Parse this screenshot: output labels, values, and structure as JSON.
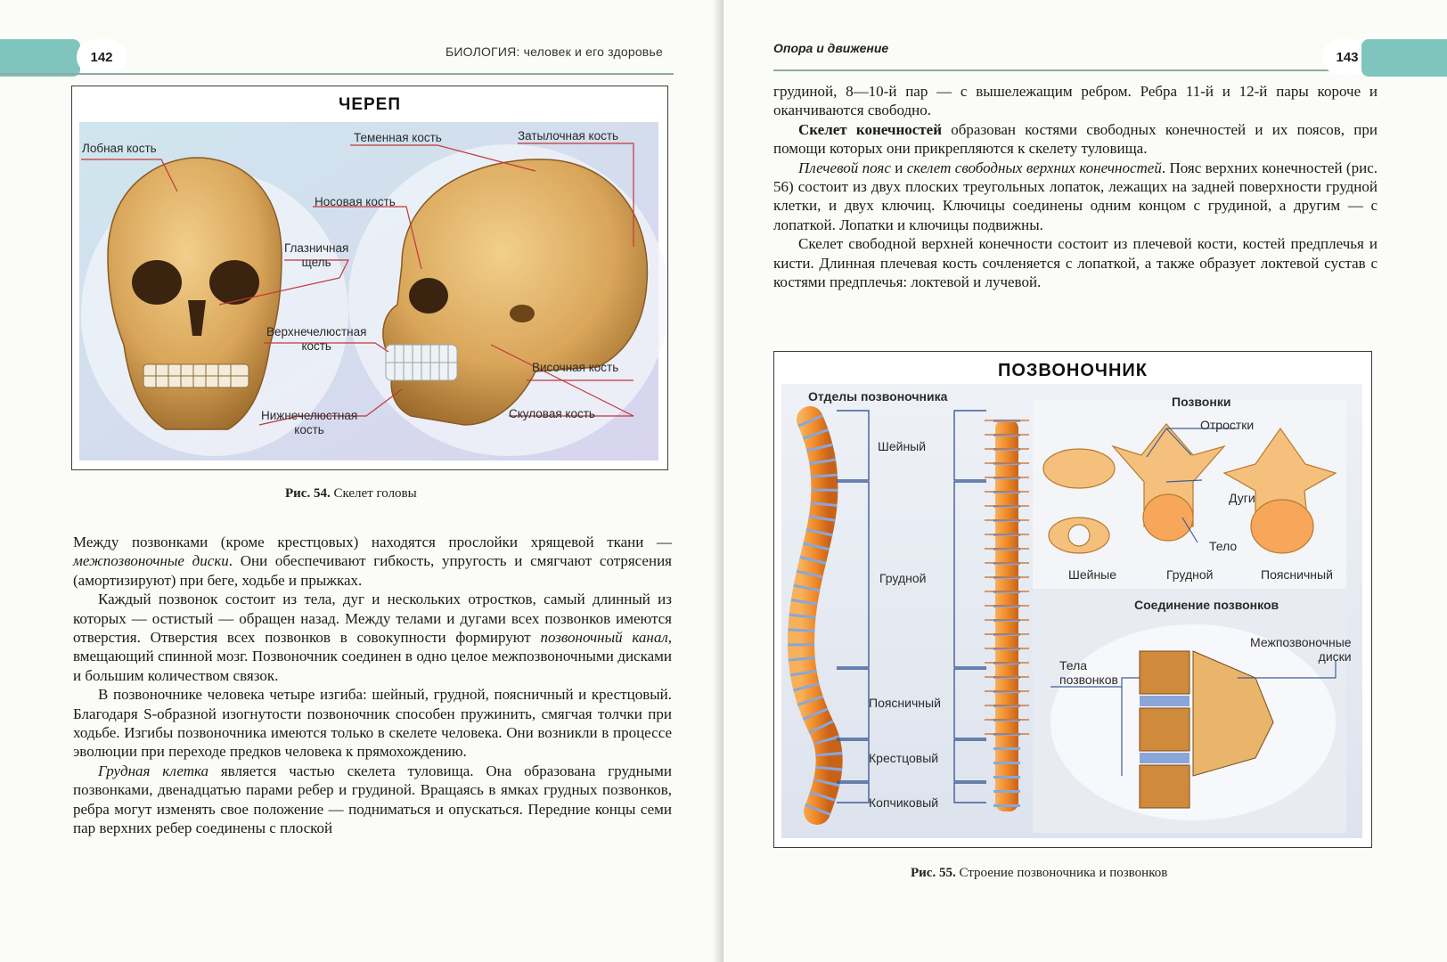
{
  "left_page": {
    "page_number": "142",
    "running_title": "БИОЛОГИЯ: человек и его здоровье",
    "figure": {
      "title": "ЧЕРЕП",
      "labels": {
        "frontal": "Лобная кость",
        "parietal": "Теменная кость",
        "occipital": "Затылочная кость",
        "nasal": "Носовая кость",
        "orbit_1": "Глазничная",
        "orbit_2": "щель",
        "maxilla_1": "Верхнечелюстная",
        "maxilla_2": "кость",
        "temporal": "Височная кость",
        "mandible_1": "Нижнечелюстная",
        "mandible_2": "кость",
        "zygomatic": "Скуловая кость"
      },
      "caption_num": "Рис. 54.",
      "caption_text": "Скелет головы"
    },
    "paragraphs": {
      "p1_a": "Между позвонками (кроме крестцовых) находятся прослойки хрящевой ткани — ",
      "p1_em": "межпозвоночные диски",
      "p1_b": ". Они обеспечивают гибкость, упругость и смягчают сотрясения (амортизируют) при беге, ходьбе и прыжках.",
      "p2_a": "Каждый позвонок состоит из тела, дуг и нескольких отростков, самый длинный из которых — остистый — обращен назад. Между телами и дугами всех позвонков имеются отверстия. Отверстия всех позвонков в совокупности формируют ",
      "p2_em": "позвоночный канал",
      "p2_b": ", вмещающий спинной мозг. Позвоночник соединен в одно целое межпозвоночными дисками и большим количеством связок.",
      "p3": "В позвоночнике человека четыре изгиба: шейный, грудной, поясничный и крестцовый. Благодаря S-образной изогнутости позвоночник способен пружинить, смягчая толчки при ходьбе. Изгибы позвоночника имеются только в скелете человека. Они возникли в процессе эволюции при переходе предков человека к прямохождению.",
      "p4_em": "Грудная клетка",
      "p4_b": " является частью скелета туловища. Она образована грудными позвонками, двенадцатью парами ребер и грудиной. Вращаясь в ямках грудных позвонков, ребра могут изменять свое положение — подниматься и опускаться. Передние концы семи пар верхних ребер соединены с плоской"
    }
  },
  "right_page": {
    "page_number": "143",
    "running_title": "Опора и движение",
    "paragraphs": {
      "p0": "грудиной, 8—10-й пар — с вышележащим ребром. Ребра 11-й и 12-й пары короче и оканчиваются свободно.",
      "p1_strong": "Скелет конечностей",
      "p1_b": " образован костями свободных конечностей и их поясов, при помощи которых они прикрепляются к скелету туловища.",
      "p2_em1": "Плечевой пояс",
      "p2_mid": " и ",
      "p2_em2": "скелет свободных верхних конечностей",
      "p2_b": ". Пояс верхних конечностей (рис. 56) состоит из двух плоских треугольных лопаток, лежащих на задней поверхности грудной клетки, и двух ключиц. Ключицы соединены одним концом с грудиной, а другим — с лопаткой. Лопатки и ключицы подвижны.",
      "p3": "Скелет свободной верхней конечности состоит из плечевой кости, костей предплечья и кисти. Длинная плечевая кость сочленяется с лопаткой, а также образует локтевой сустав с костями предплечья: локтевой и лучевой."
    },
    "figure": {
      "title": "ПОЗВОНОЧНИК",
      "sections_title": "Отделы позвоночника",
      "sections": {
        "cervical": "Шейный",
        "thoracic": "Грудной",
        "lumbar": "Поясничный",
        "sacral": "Крестцовый",
        "coccygeal": "Копчиковый"
      },
      "vertebrae_title": "Позвонки",
      "vertebrae_labels": {
        "processes": "Отростки",
        "arches": "Дуги",
        "body": "Тело",
        "cervical": "Шейные",
        "thoracic": "Грудной",
        "lumbar": "Поясничный"
      },
      "connection_title": "Соединение позвонков",
      "connection_labels": {
        "discs_1": "Межпозвоночные",
        "discs_2": "диски",
        "bodies_1": "Тела",
        "bodies_2": "позвонков"
      },
      "caption_num": "Рис. 55.",
      "caption_text": "Строение позвоночника и позвонков"
    }
  },
  "colors": {
    "header_teal": "#7fc4bd",
    "bone": "#d9a65a",
    "spine_orange": "#f08a2a",
    "disc_blue": "#8aa6d8"
  }
}
